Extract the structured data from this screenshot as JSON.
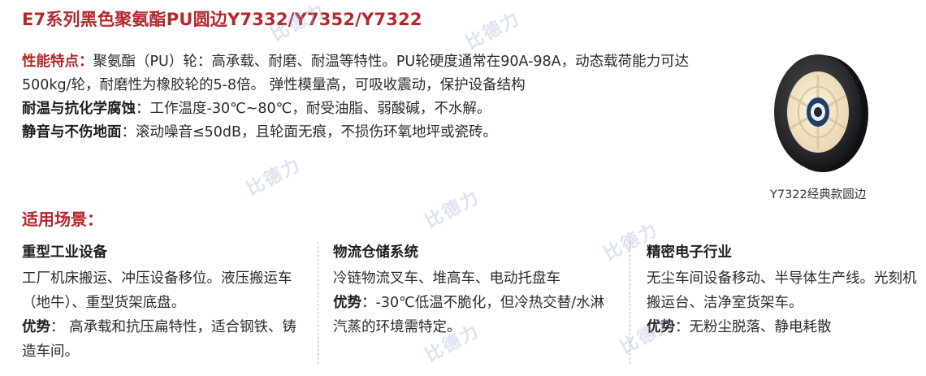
{
  "title": "E7系列黑色聚氨酯PU圆边Y7332/Y7352/Y7322",
  "features": {
    "label": "性能特点：",
    "text": "聚氨酯（PU）轮：高承载、耐磨、耐温等特性。PU轮硬度通常在90A-98A，动态载荷能力可达500kg/轮，耐磨性为橡胶轮的5-8倍。 弹性模量高，可吸收震动，保护设备结构",
    "heat_label": "耐温与抗化学腐蚀",
    "heat_text": "：工作温度-30℃~80℃，耐受油脂、弱酸碱，不水解。",
    "quiet_label": "静音与不伤地面",
    "quiet_text": "：滚动噪音≤50dB，且轮面无痕，不损伤环氧地坪或瓷砖。"
  },
  "image": {
    "caption": "Y7322经典款圆边",
    "colors": {
      "tread": "#2a2c30",
      "hub": "#f3e6cc",
      "bearing": "#1f3f66"
    }
  },
  "scenes": {
    "title": "适用场景：",
    "columns": [
      {
        "heading": "重型工业设备",
        "text": "工厂机床搬运、冲压设备移位。液压搬运车（地牛）、重型货架底盘。",
        "adv_label": "优势",
        "adv_text": "：  高承载和抗压扁特性，适合钢铁、铸造车间。"
      },
      {
        "heading": "物流仓储系统",
        "text": "冷链物流叉车、堆高车、电动托盘车",
        "adv_label": "优势",
        "adv_text": "：-30℃低温不脆化，但冷热交替/水淋汽蒸的环境需特定。"
      },
      {
        "heading": "精密电子行业",
        "text": "无尘车间设备移动、半导体生产线。光刻机搬运台、洁净室货架车。",
        "adv_label": "优势",
        "adv_text": "：无粉尘脱落、静电耗散"
      }
    ]
  },
  "watermark": {
    "text": "比德力"
  },
  "colors": {
    "accent": "#b3282d",
    "watermark": "#9bb2d8"
  }
}
